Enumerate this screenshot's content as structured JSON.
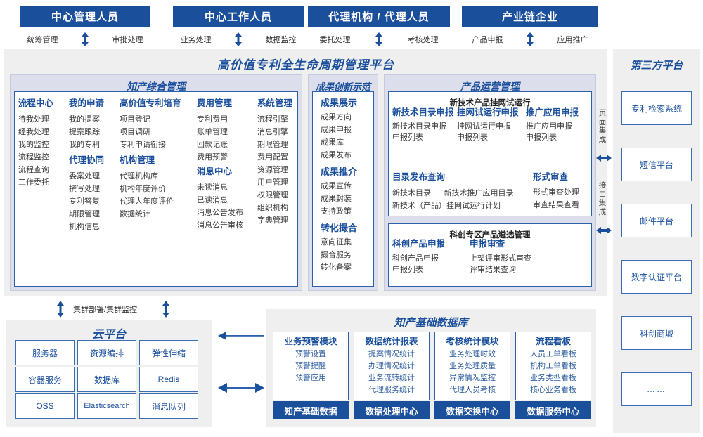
{
  "roles": [
    {
      "title": "中心管理人员",
      "left": "统筹管理",
      "right": "审批处理"
    },
    {
      "title": "中心工作人员",
      "left": "业务处理",
      "right": "数据监控"
    },
    {
      "title": "代理机构 / 代理人员",
      "left": "委托处理",
      "right": "考核处理"
    },
    {
      "title": "产业链企业",
      "left": "产品申报",
      "right": "应用推广"
    }
  ],
  "platform": {
    "title": "高价值专利全生命周期管理平台"
  },
  "zhichan": {
    "title": "知产综合管理",
    "columns": [
      {
        "groups": [
          {
            "head": "流程中心",
            "items": [
              "待我处理",
              "经我处理",
              "我的监控",
              "流程监控",
              "流程查询",
              "工作委托"
            ]
          }
        ]
      },
      {
        "groups": [
          {
            "head": "我的申请",
            "items": [
              "我的提案",
              "提案跟踪",
              "我的专利"
            ]
          },
          {
            "head": "代理协同",
            "items": [
              "委案处理",
              "撰写处理",
              "专利答复",
              "期限管理",
              "机构信息"
            ]
          }
        ]
      },
      {
        "groups": [
          {
            "head": "高价值专利培育",
            "items": [
              "项目登记",
              "项目调研",
              "专利申请衔接"
            ]
          },
          {
            "head": "机构管理",
            "items": [
              "代理机构库",
              "机构年度评价",
              "代理人年度评价",
              "数据统计"
            ]
          }
        ]
      },
      {
        "groups": [
          {
            "head": "费用管理",
            "items": [
              "专利费用",
              "账单管理",
              "回款记账",
              "费用预警"
            ]
          },
          {
            "head": "消息中心",
            "items": [
              "未读消息",
              "已读消息",
              "消息公告发布",
              "消息公告审核"
            ]
          }
        ]
      },
      {
        "groups": [
          {
            "head": "系统管理",
            "items": [
              "流程引擎",
              "消息引擎",
              "期限管理",
              "费用配置",
              "资源管理",
              "用户管理",
              "权限管理",
              "组织机构",
              "字典管理"
            ]
          }
        ]
      }
    ]
  },
  "chengguo": {
    "title": "成果创新示范",
    "groups": [
      {
        "head": "成果展示",
        "items": [
          "成果方向",
          "成果申报",
          "成果库",
          "成果发布"
        ]
      },
      {
        "head": "成果推介",
        "items": [
          "成果宣传",
          "成果封装",
          "支持政策"
        ]
      },
      {
        "head": "转化撮合",
        "items": [
          "意向征集",
          "撮合服务",
          "转化备案"
        ]
      }
    ]
  },
  "chanpin": {
    "title": "产品运营管理",
    "box1": {
      "title": "新技术产品挂网试运行",
      "row1": [
        {
          "head": "新技术目录申报",
          "items": [
            "新技术目录申报",
            "申报列表"
          ]
        },
        {
          "head": "挂网试运行申报",
          "items": [
            "挂网试运行申报",
            "申报列表"
          ]
        },
        {
          "head": "推广应用申报",
          "items": [
            "推广应用申报",
            "申报列表"
          ]
        }
      ],
      "row2_left": {
        "head": "目录发布查询",
        "items": [
          "新技术目录",
          "新技术推广应用目录",
          "新技术（产品）挂网试运行计划"
        ]
      },
      "row2_right": {
        "head": "形式审查",
        "items": [
          "形式审查处理",
          "审查结果查看"
        ]
      }
    },
    "box2": {
      "title": "科创专区产品遴选管理",
      "cols": [
        {
          "head": "科创产品申报",
          "items": [
            "科创产品申报",
            "申报列表"
          ]
        },
        {
          "head": "申报审查",
          "items": [
            "上架评审形式审查",
            "评审结果查询"
          ]
        }
      ]
    }
  },
  "integration": {
    "page": "页面集成",
    "api": "接口集成"
  },
  "thirdparty": {
    "title": "第三方平台",
    "items": [
      "专利检索系统",
      "短信平台",
      "邮件平台",
      "数字认证平台",
      "科创商城",
      "……"
    ]
  },
  "cloud": {
    "caption": "集群部署/集群监控",
    "title": "云平台",
    "tiles": [
      "服务器",
      "资源编排",
      "弹性伸缩",
      "容器服务",
      "数据库",
      "Redis",
      "OSS",
      "Elasticsearch",
      "消息队列"
    ]
  },
  "database": {
    "title": "知产基础数据库",
    "columns": [
      {
        "head": "业务预警模块",
        "items": [
          "预警设置",
          "预警提醒",
          "预警应用"
        ],
        "footer": "知产基础数据"
      },
      {
        "head": "数据统计报表",
        "items": [
          "提案情况统计",
          "办理情况统计",
          "业务流转统计",
          "代理服务统计"
        ],
        "footer": "数据处理中心"
      },
      {
        "head": "考核统计模块",
        "items": [
          "业务处理时效",
          "业务处理质量",
          "异常情况监控",
          "代理人员考核"
        ],
        "footer": "数据交换中心"
      },
      {
        "head": "流程看板",
        "items": [
          "人员工单看板",
          "机构工单看板",
          "业务类型看板",
          "核心业务看板"
        ],
        "footer": "数据服务中心"
      }
    ]
  },
  "colors": {
    "brand": "#1a4f9c",
    "panel": "#dcdeec",
    "gray": "#efefef",
    "accent": "#2e61ab"
  }
}
